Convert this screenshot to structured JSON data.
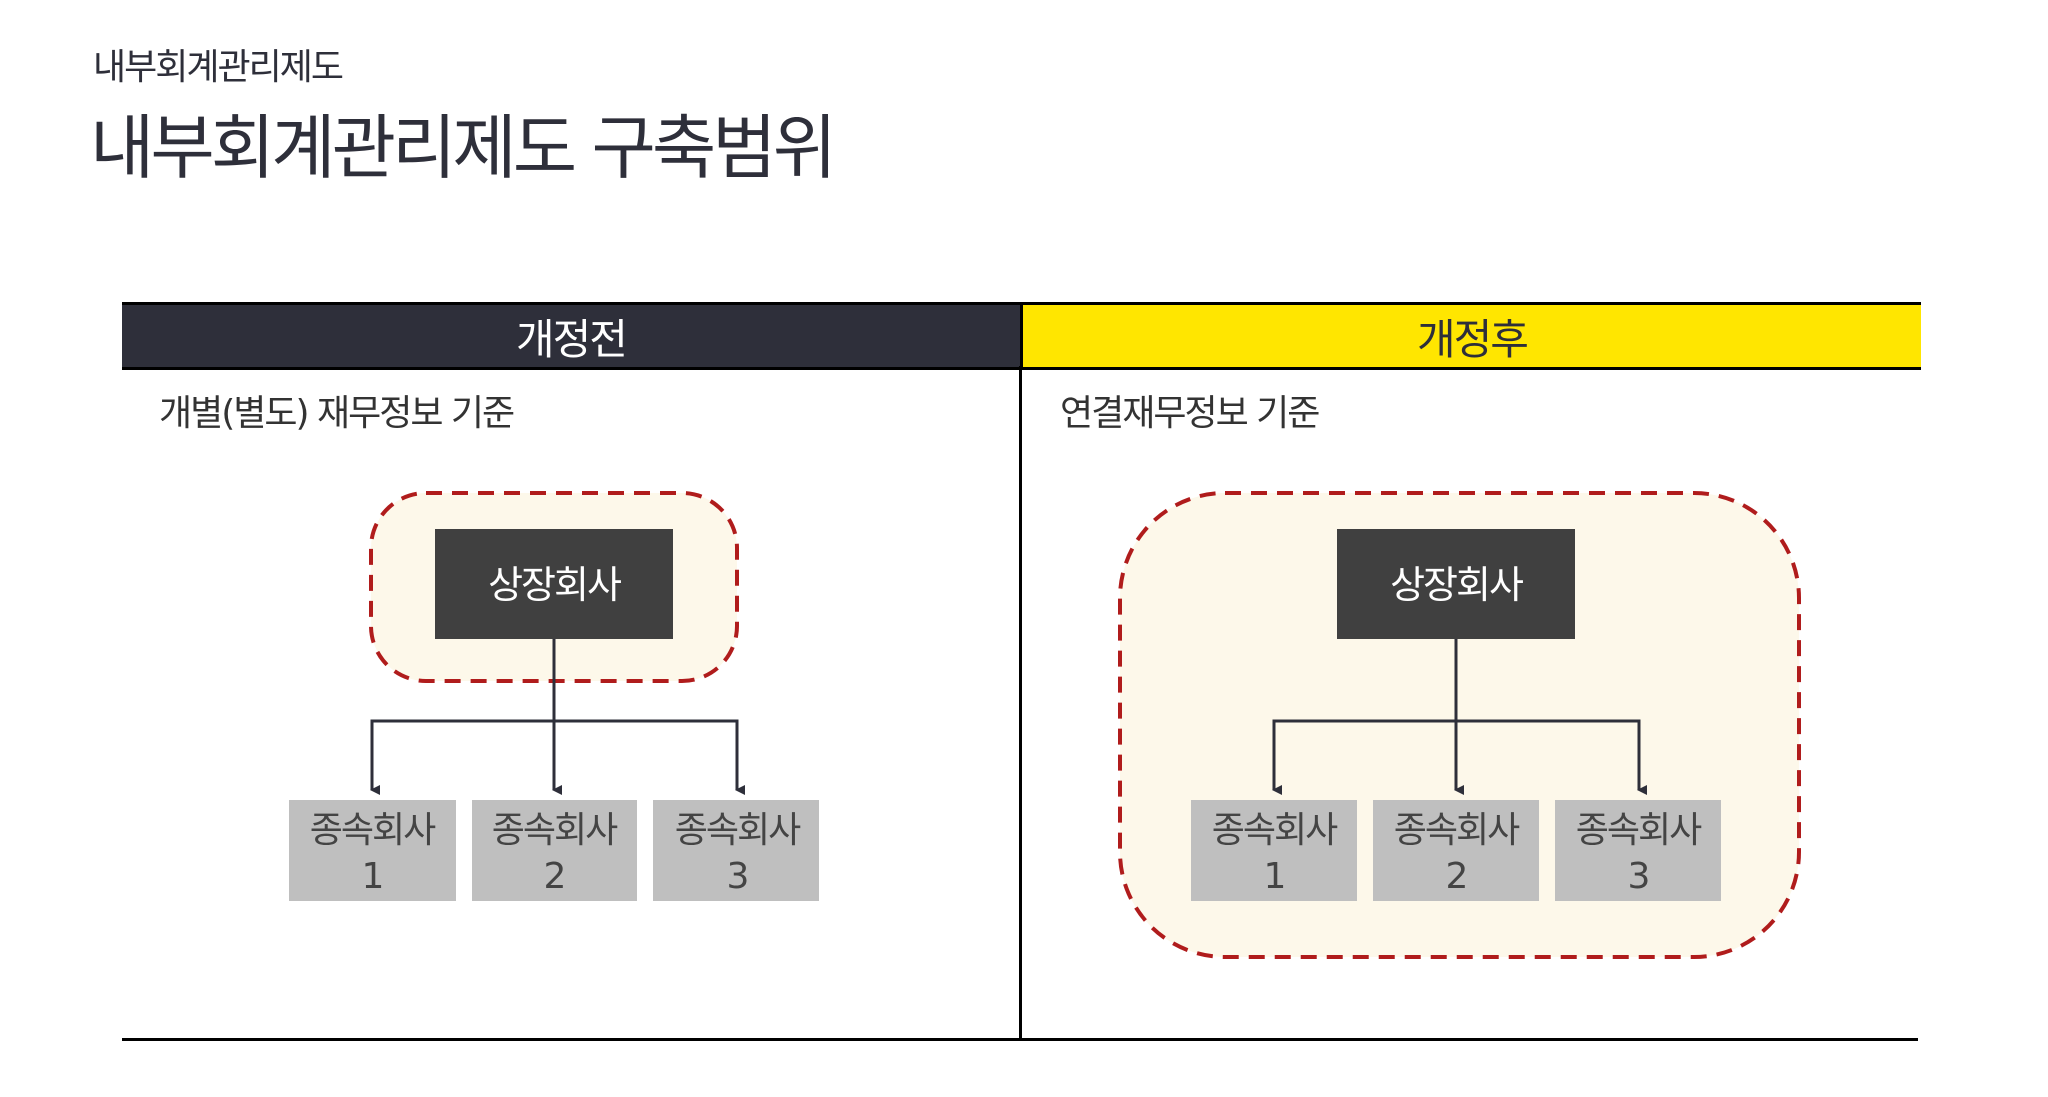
{
  "header": {
    "subtitle": "내부회계관리제도",
    "title": "내부회계관리제도 구축범위"
  },
  "columns": {
    "before": {
      "label": "개정전",
      "basis": "개별(별도) 재무정보 기준"
    },
    "after": {
      "label": "개정후",
      "basis": "연결재무정보 기준"
    }
  },
  "diagram": {
    "parent": "상장회사",
    "subsidiaries": [
      {
        "name": "종속회사",
        "number": "1"
      },
      {
        "name": "종속회사",
        "number": "2"
      },
      {
        "name": "종속회사",
        "number": "3"
      }
    ]
  },
  "colors": {
    "dark_header": "#2e2f3a",
    "accent_yellow": "#ffe600",
    "scope_border": "#b01c1c",
    "scope_fill": "#fdf8ea",
    "parent_box": "#404040",
    "sub_box": "#bfbfbf"
  }
}
